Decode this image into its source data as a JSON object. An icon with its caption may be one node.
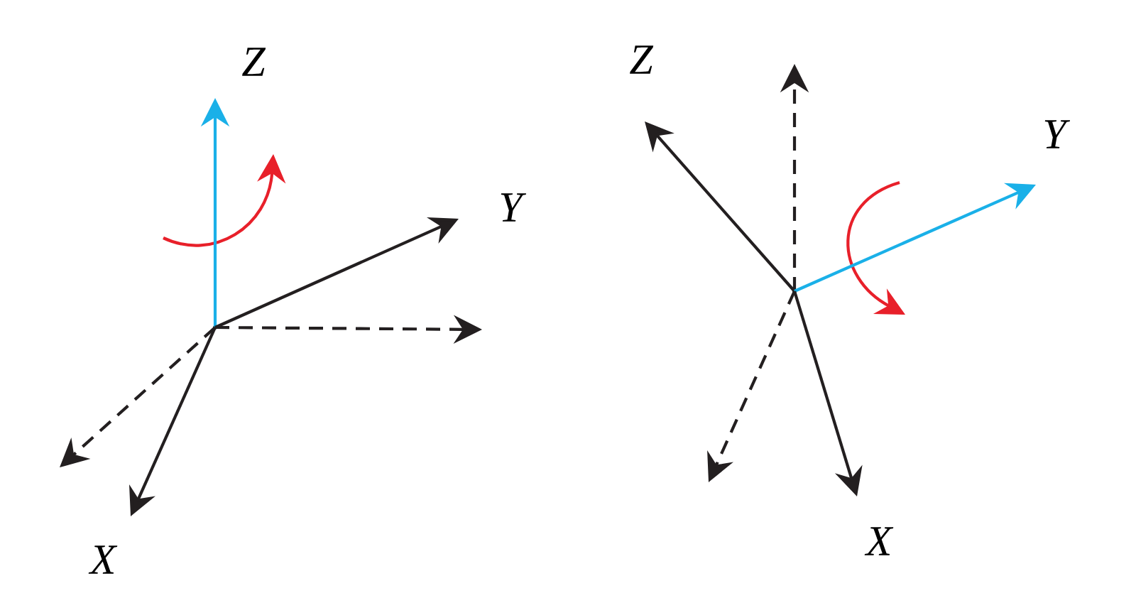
{
  "diagram": {
    "nodes": [
      {
        "text": [],
        "shape": "point"
      },
      {
        "text": [
          "Z"
        ]
      },
      {
        "text": [
          "Y"
        ]
      },
      {
        "text": [
          "X"
        ]
      },
      {
        "text": [],
        "shape": "point"
      },
      {
        "text": [
          "Z"
        ]
      },
      {
        "text": [
          "Y"
        ]
      },
      {
        "text": [
          "X"
        ]
      }
    ],
    "edges": [
      {
        "from": 0,
        "to": 1,
        "arrow": "to",
        "color": "#1ab0e8"
      },
      {
        "from": 0,
        "to": 2,
        "arrow": "to"
      },
      {
        "from": 0,
        "to": null,
        "arrow": "to",
        "style": "dashed"
      },
      {
        "from": 0,
        "to": 3,
        "arrow": "to"
      },
      {
        "from": 0,
        "to": null,
        "arrow": "to",
        "style": "dashed"
      },
      {
        "from": 4,
        "to": 5,
        "arrow": "to"
      },
      {
        "from": 4,
        "to": null,
        "arrow": "to",
        "style": "dashed"
      },
      {
        "from": 4,
        "to": 6,
        "arrow": "to",
        "color": "#1ab0e8"
      },
      {
        "from": 4,
        "to": 7,
        "arrow": "to"
      },
      {
        "from": 4,
        "to": null,
        "arrow": "to",
        "style": "dashed"
      }
    ]
  }
}
